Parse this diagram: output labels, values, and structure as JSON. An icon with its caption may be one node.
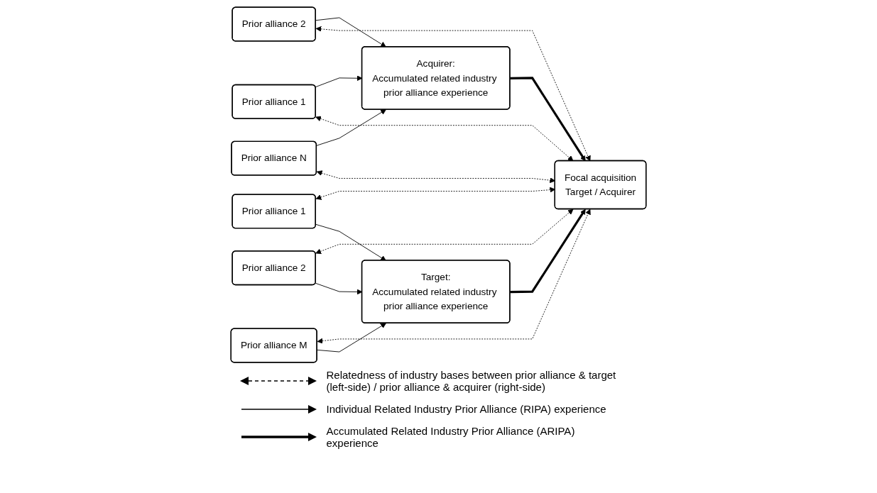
{
  "diagram": {
    "nodes": [
      {
        "text": [
          "Prior alliance 1"
        ]
      },
      {
        "text": [
          "Prior alliance 2"
        ]
      },
      {
        "text": [
          "Acquirer:",
          "Accumulated related industry prior alliance experience"
        ]
      },
      {
        "text": [
          "Prior alliance N"
        ]
      },
      {
        "text": [
          "Focal acquisition",
          "Target / Acquirer"
        ]
      },
      {
        "text": [
          "Prior alliance 1"
        ]
      },
      {
        "text": [
          "Prior alliance 2"
        ]
      },
      {
        "text": [
          "Target:",
          "Accumulated related industry prior alliance experience"
        ]
      },
      {
        "text": [
          "Prior alliance M"
        ]
      }
    ],
    "edges": [
      {
        "from": 1,
        "to": 2,
        "arrow": "to"
      },
      {
        "from": 0,
        "to": 2,
        "arrow": "to"
      },
      {
        "from": 3,
        "to": 2,
        "arrow": "to"
      },
      {
        "from": 1,
        "to": 4,
        "arrow": "both",
        "style": "dashed"
      },
      {
        "from": 0,
        "to": 4,
        "arrow": "both",
        "style": "dashed"
      },
      {
        "from": 3,
        "to": 4,
        "arrow": "both",
        "style": "dashed"
      },
      {
        "from": 2,
        "to": 4,
        "arrow": "to",
        "style": "thick"
      },
      {
        "from": 7,
        "to": 4,
        "arrow": "to",
        "style": "thick"
      },
      {
        "from": 5,
        "to": 4,
        "arrow": "both",
        "style": "dashed"
      },
      {
        "from": 6,
        "to": 4,
        "arrow": "both",
        "style": "dashed"
      },
      {
        "from": 8,
        "to": 4,
        "arrow": "both",
        "style": "dashed"
      },
      {
        "from": 5,
        "to": 7,
        "arrow": "to"
      },
      {
        "from": 6,
        "to": 7,
        "arrow": "to"
      },
      {
        "from": 8,
        "to": 7,
        "arrow": "to"
      }
    ],
    "legend": [
      {
        "text": "Relatedness of industry bases between prior alliance & target (left-side) / prior alliance & acquirer (right-side)"
      },
      {
        "text": "Individual Related Industry Prior Alliance (RIPA) experience"
      },
      {
        "text": "Accumulated Related Industry Prior Alliance (ARIPA) experience"
      }
    ]
  }
}
